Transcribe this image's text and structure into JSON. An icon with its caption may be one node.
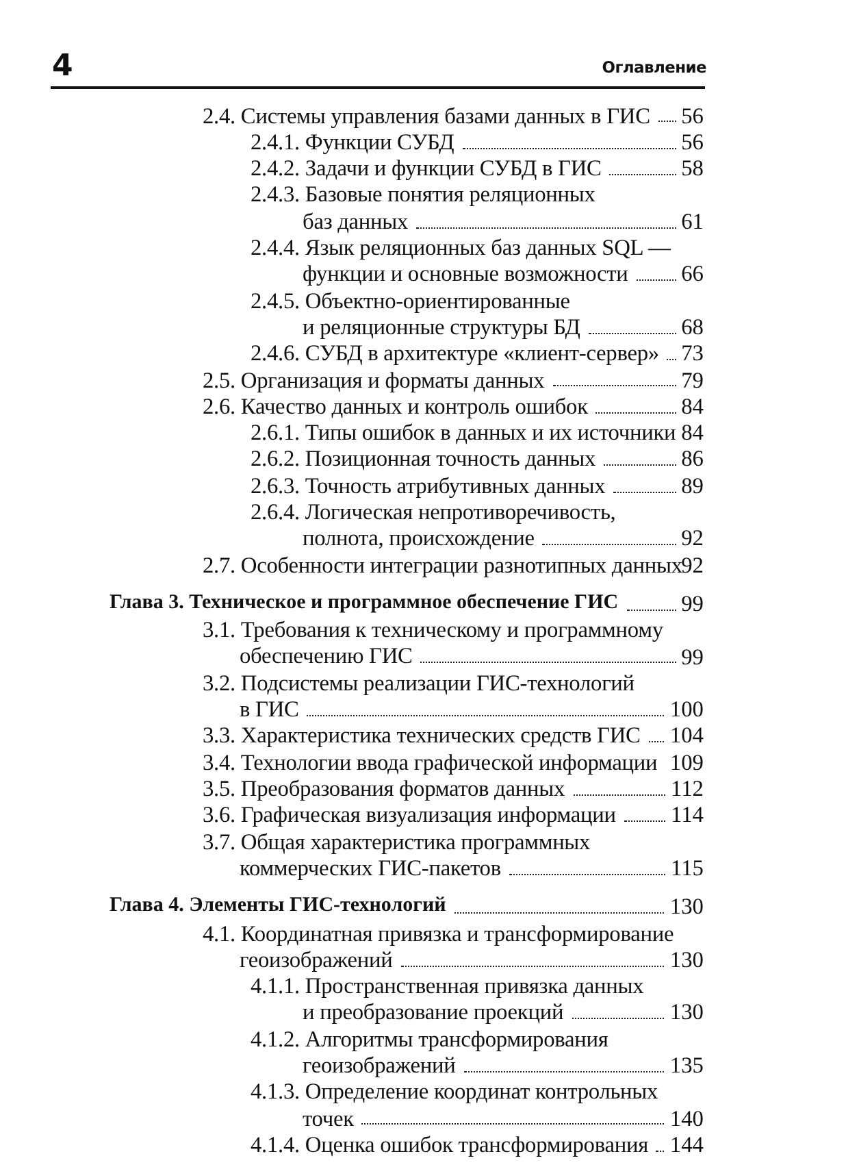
{
  "diagram": {
    "labels": [
      "4",
      "Оглавление",
      "2.4. Системы управления базами данных в ГИС",
      "56",
      "2.4.1. Функции СУБД",
      "56",
      "2.4.2. Задачи и функции СУБД в ГИС",
      "58",
      "2.4.3. Базовые понятия реляционных баз данных",
      "61",
      "2.4.4. Язык реляционных баз данных SQL — функции и основные возможности",
      "66",
      "2.4.5. Объектно-ориентированные и реляционные структуры БД",
      "68",
      "2.4.6. СУБД в архитектуре «клиент-сервер»",
      "73",
      "2.5. Организация и форматы данных",
      "79",
      "2.6. Качество данных и контроль ошибок",
      "84",
      "2.6.1. Типы ошибок в данных и их источники",
      "84",
      "2.6.2. Позиционная точность данных",
      "86",
      "2.6.3. Точность атрибутивных данных",
      "89",
      "2.6.4. Логическая непротиворечивость, полнота, происхождение",
      "92",
      "2.7. Особенности интеграции разнотипных данных",
      "92",
      "Глава 3. Техническое и программное обеспечение ГИС",
      "99",
      "3.1. Требования к техническому и программному обеспечению ГИС",
      "99",
      "3.2. Подсистемы реализации ГИС-технологий в ГИС",
      "100",
      "3.3. Характеристика технических средств ГИС",
      "104",
      "3.4. Технологии ввода графической информации",
      "109",
      "3.5. Преобразования форматов данных",
      "112",
      "3.6. Графическая визуализация информации",
      "114",
      "3.7. Общая характеристика программных коммерческих ГИС-пакетов",
      "115",
      "Глава 4. Элементы ГИС-технологий",
      "130",
      "4.1. Координатная привязка и трансформирование геоизображений",
      "130",
      "4.1.1. Пространственная привязка данных и преобразование проекций",
      "130",
      "4.1.2. Алгоритмы трансформирования геоизображений",
      "135",
      "4.1.3. Определение координат контрольных точек",
      "140",
      "4.1.4. Оценка ошибок трансформирования",
      "144"
    ]
  }
}
